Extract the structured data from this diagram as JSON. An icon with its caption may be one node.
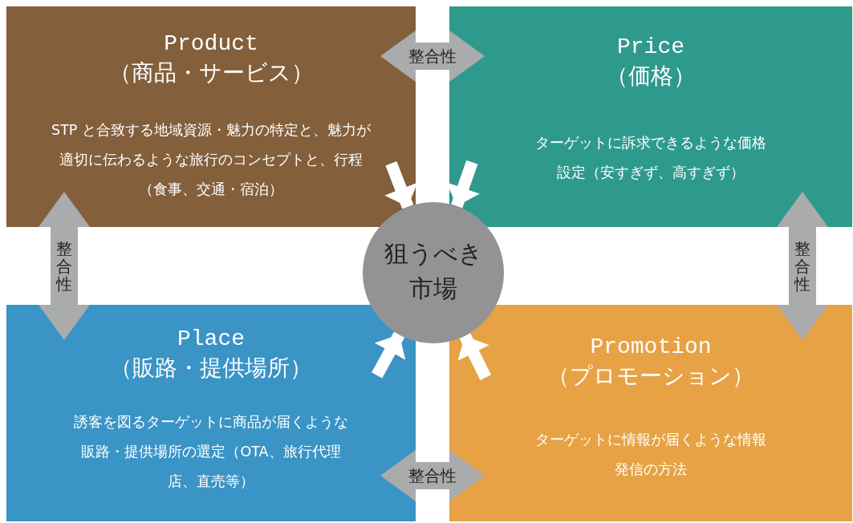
{
  "diagram": {
    "nodes": [
      {
        "text": [
          "Product （商品・サービス）",
          "STP と合致する地域資源・魅力の特定と、魅力が適切に伝わるような旅行のコンセプトと、行程（食事、交通・宿泊）"
        ]
      },
      {
        "text": [
          "Price （価格）",
          "ターゲットに訴求できるような価格設定（安すぎず、高すぎず）"
        ]
      },
      {
        "text": [
          "Place （販路・提供場所）",
          "誘客を図るターゲットに商品が届くような販路・提供場所の選定（OTA、旅行代理店、直売等）"
        ]
      },
      {
        "text": [
          "Promotion （プロモーション）",
          "ターゲットに情報が届くような情報発信の方法"
        ]
      },
      {
        "text": [
          "狙うべき市場"
        ]
      }
    ],
    "edges": [
      {
        "from": 0,
        "to": 1,
        "arrow": "both",
        "label": "整合性",
        "style": "thick"
      },
      {
        "from": 0,
        "to": 2,
        "arrow": "both",
        "label": "整合性",
        "style": "thick"
      },
      {
        "from": 1,
        "to": 3,
        "arrow": "both",
        "label": "整合性",
        "style": "thick"
      },
      {
        "from": 2,
        "to": 3,
        "arrow": "both",
        "label": "整合性",
        "style": "thick"
      },
      {
        "from": 0,
        "to": 4,
        "arrow": "to",
        "color": "#ffffff"
      },
      {
        "from": 1,
        "to": 4,
        "arrow": "to",
        "color": "#ffffff"
      },
      {
        "from": 2,
        "to": 4,
        "arrow": "to",
        "color": "#ffffff"
      },
      {
        "from": 3,
        "to": 4,
        "arrow": "to",
        "color": "#ffffff"
      }
    ]
  }
}
